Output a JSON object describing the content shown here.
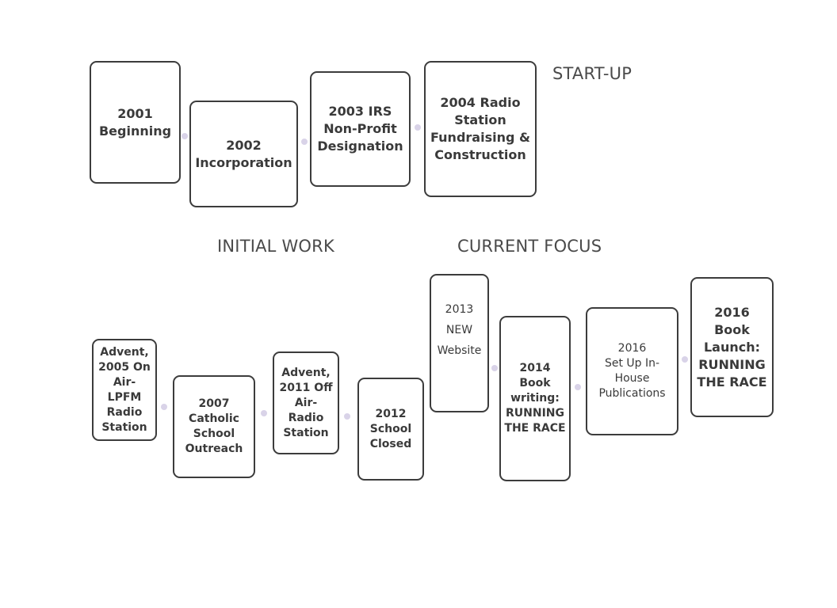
{
  "sections": {
    "startup": "START-UP",
    "initial": "INITIAL WORK",
    "current": "CURRENT FOCUS"
  },
  "row1": [
    "2001\nBeginning",
    "2002\nIncorporation",
    "2003 IRS\nNon-Profit\nDesignation",
    "2004 Radio\nStation\nFundraising &\nConstruction"
  ],
  "row2": [
    "Advent,\n2005 On\nAir-\nLPFM\nRadio\nStation",
    "2007\nCatholic\nSchool\nOutreach",
    "Advent,\n2011 Off\nAir-\nRadio\nStation",
    "2012\nSchool\nClosed",
    "2013\nNEW\nWebsite",
    "2014\nBook\nwriting:\nRUNNING\nTHE RACE",
    "2016\nSet Up In-\nHouse\nPublications",
    "2016\nBook\nLaunch:\nRUNNING\nTHE RACE"
  ],
  "colors": {
    "border": "#3c3c3c",
    "text": "#3a3a3a",
    "connector": "#d9d3e8"
  }
}
